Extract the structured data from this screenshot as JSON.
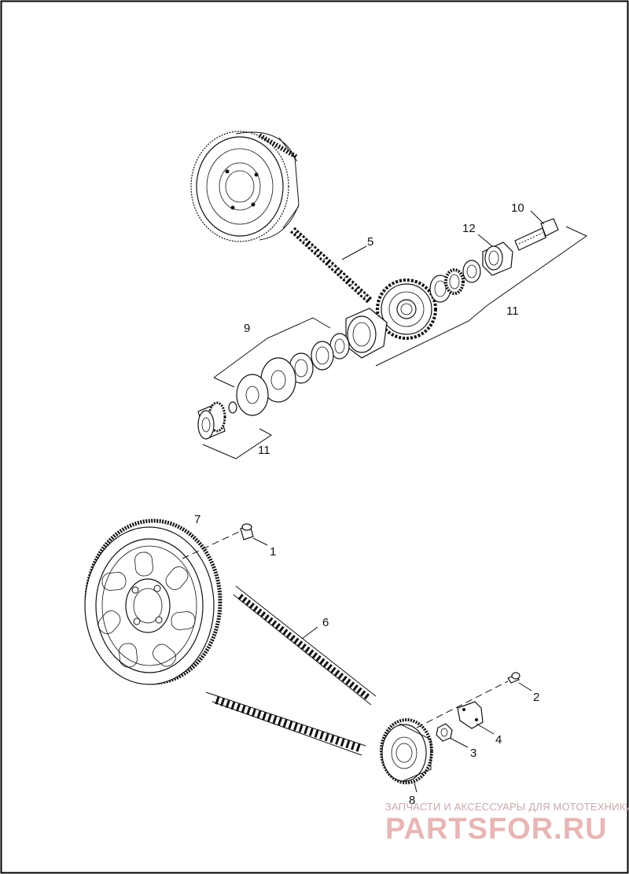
{
  "callouts": [
    {
      "id": "1",
      "label": "1"
    },
    {
      "id": "2",
      "label": "2"
    },
    {
      "id": "3",
      "label": "3"
    },
    {
      "id": "4",
      "label": "4"
    },
    {
      "id": "5",
      "label": "5"
    },
    {
      "id": "6",
      "label": "6"
    },
    {
      "id": "7",
      "label": "7"
    },
    {
      "id": "8",
      "label": "8"
    },
    {
      "id": "9",
      "label": "9"
    },
    {
      "id": "10",
      "label": "10"
    },
    {
      "id": "11a",
      "label": "11"
    },
    {
      "id": "11b",
      "label": "11"
    },
    {
      "id": "12",
      "label": "12"
    }
  ],
  "watermark": {
    "tagline": "ЗАПЧАСТИ И АКСЕССУАРЫ ДЛЯ МОТОТЕХНИКИ",
    "logo": "PARTSFOR.RU"
  },
  "colors": {
    "line": "#111111",
    "border": "#000000",
    "watermark_tagline": "#c9a9a9",
    "watermark_logo": "#e7b6b6"
  }
}
